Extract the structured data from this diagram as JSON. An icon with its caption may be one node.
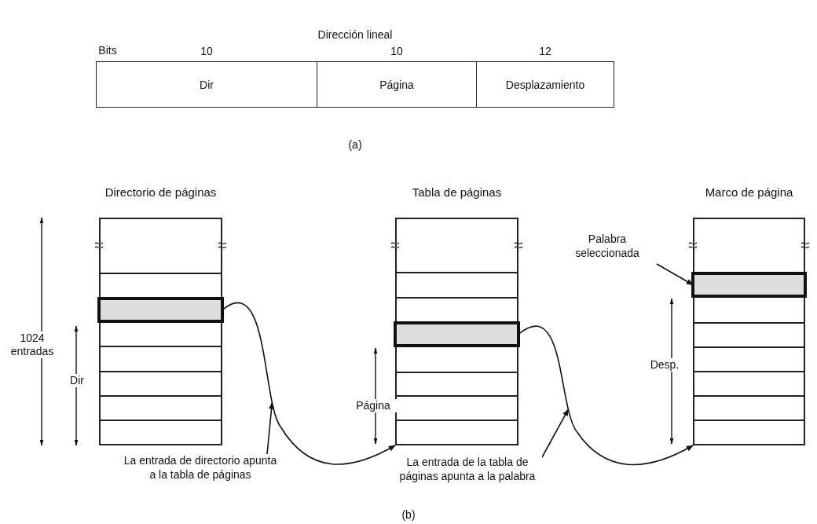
{
  "diagram": {
    "nodes": [
      {
        "text": [
          "Dir"
        ],
        "beside": [
          "10"
        ]
      },
      {
        "text": [
          "Página"
        ],
        "beside": [
          "10"
        ]
      },
      {
        "text": [
          "Desplazamiento"
        ],
        "beside": [
          "12"
        ]
      },
      {
        "text": [
          "Directorio de páginas"
        ]
      },
      {
        "text": [],
        "shape": "bar",
        "in": 3
      },
      {
        "text": [
          "Tabla de páginas"
        ]
      },
      {
        "text": [],
        "shape": "bar",
        "in": 5
      },
      {
        "text": [
          "Marco de página"
        ]
      },
      {
        "text": [],
        "shape": "bar",
        "in": 7
      },
      {
        "text": [
          "La entrada de directorio apunta a la tabla de páginas"
        ]
      },
      {
        "text": [
          "La entrada de la tabla de páginas apunta a la palabra"
        ]
      },
      {
        "text": [
          "Palabra seleccionada"
        ]
      }
    ],
    "edges": [
      {
        "from": 4,
        "to": 5,
        "arrow": "to"
      },
      {
        "from": 6,
        "to": 7,
        "arrow": "to"
      },
      {
        "from": 9,
        "to": null,
        "arrow": "to"
      },
      {
        "from": 10,
        "to": null,
        "arrow": "to"
      },
      {
        "from": 11,
        "to": 8,
        "arrow": "to"
      }
    ],
    "labels": [
      "Dirección lineal",
      "Bits",
      "(a)",
      "1024 entradas",
      "Dir",
      "Página",
      "Desp.",
      "(b)"
    ]
  }
}
